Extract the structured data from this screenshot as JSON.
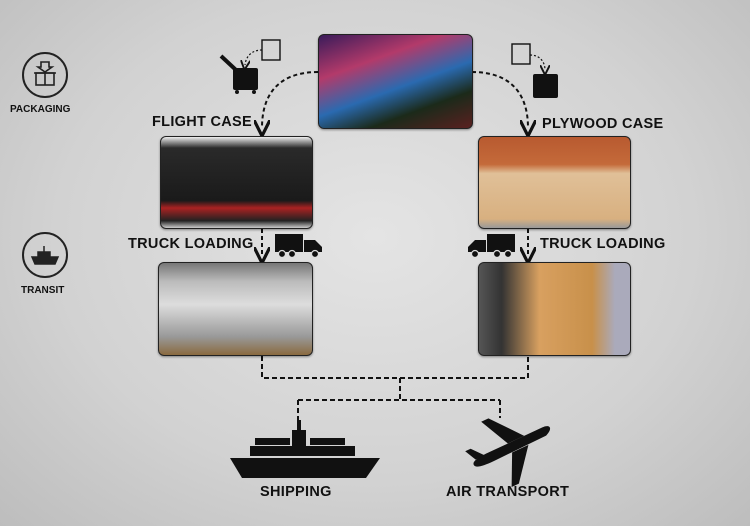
{
  "stages": {
    "packaging": "PACKAGING",
    "transit": "TRANSIT"
  },
  "left_branch": {
    "case_label": "FLIGHT CASE",
    "loading_label": "TRUCK LOADING"
  },
  "right_branch": {
    "case_label": "PLYWOOD CASE",
    "loading_label": "TRUCK LOADING"
  },
  "transport": {
    "shipping": "SHIPPING",
    "air": "AIR TRANSPORT"
  },
  "colors": {
    "ink": "#111111",
    "background": "#d6d6d6"
  }
}
